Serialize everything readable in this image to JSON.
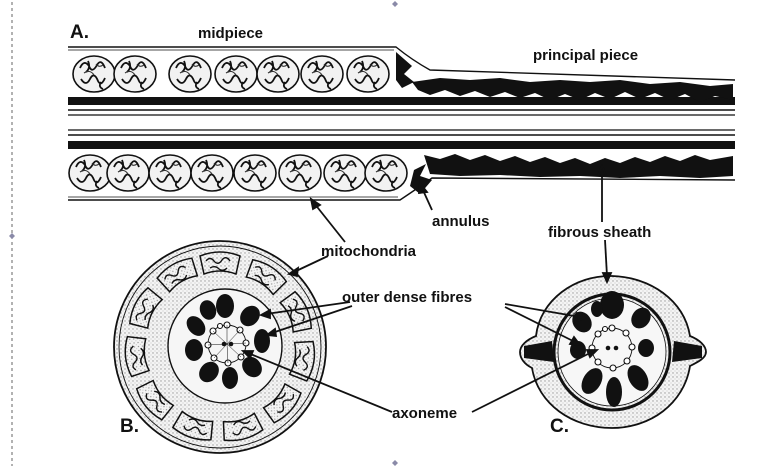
{
  "panels": {
    "a": "A.",
    "b": "B.",
    "c": "C."
  },
  "labels": {
    "midpiece": "midpiece",
    "principal_piece": "principal piece",
    "annulus": "annulus",
    "mitochondria": "mitochondria",
    "fibrous_sheath": "fibrous sheath",
    "outer_dense_fibres": "outer dense fibres",
    "axoneme": "axoneme"
  },
  "colors": {
    "ink": "#111111",
    "stipple": "#cfcfcf",
    "fill_light": "#ededed",
    "frame_border": "#8a8aa8"
  }
}
